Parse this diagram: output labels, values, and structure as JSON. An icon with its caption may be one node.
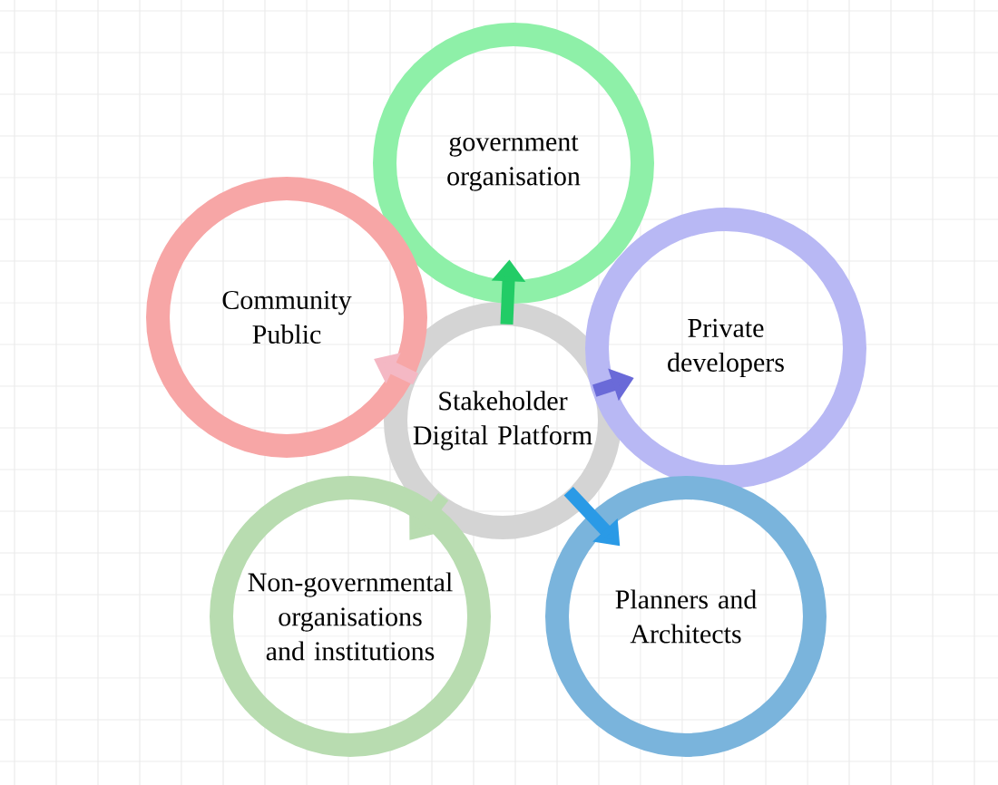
{
  "diagram": {
    "nodes": [
      {
        "text": [
          "Stakeholder Digital Platform"
        ]
      },
      {
        "text": [
          "government organisation"
        ]
      },
      {
        "text": [
          "Community Public"
        ]
      },
      {
        "text": [
          "Private developers"
        ]
      },
      {
        "text": [
          "Non-governmental organisations and institutions"
        ]
      },
      {
        "text": [
          "Planners and Architects"
        ]
      }
    ],
    "edges": [
      {
        "from": 0,
        "to": 1,
        "arrow": "to",
        "color": "#22cc66"
      },
      {
        "from": 0,
        "to": 2,
        "arrow": "to",
        "color": "#f4b8c4"
      },
      {
        "from": 0,
        "to": 3,
        "arrow": "to",
        "color": "#6a6ad8"
      },
      {
        "from": 0,
        "to": 4,
        "arrow": "to",
        "color": "#b8dcb0"
      },
      {
        "from": 0,
        "to": 5,
        "arrow": "to",
        "color": "#2a9ae6"
      }
    ]
  }
}
